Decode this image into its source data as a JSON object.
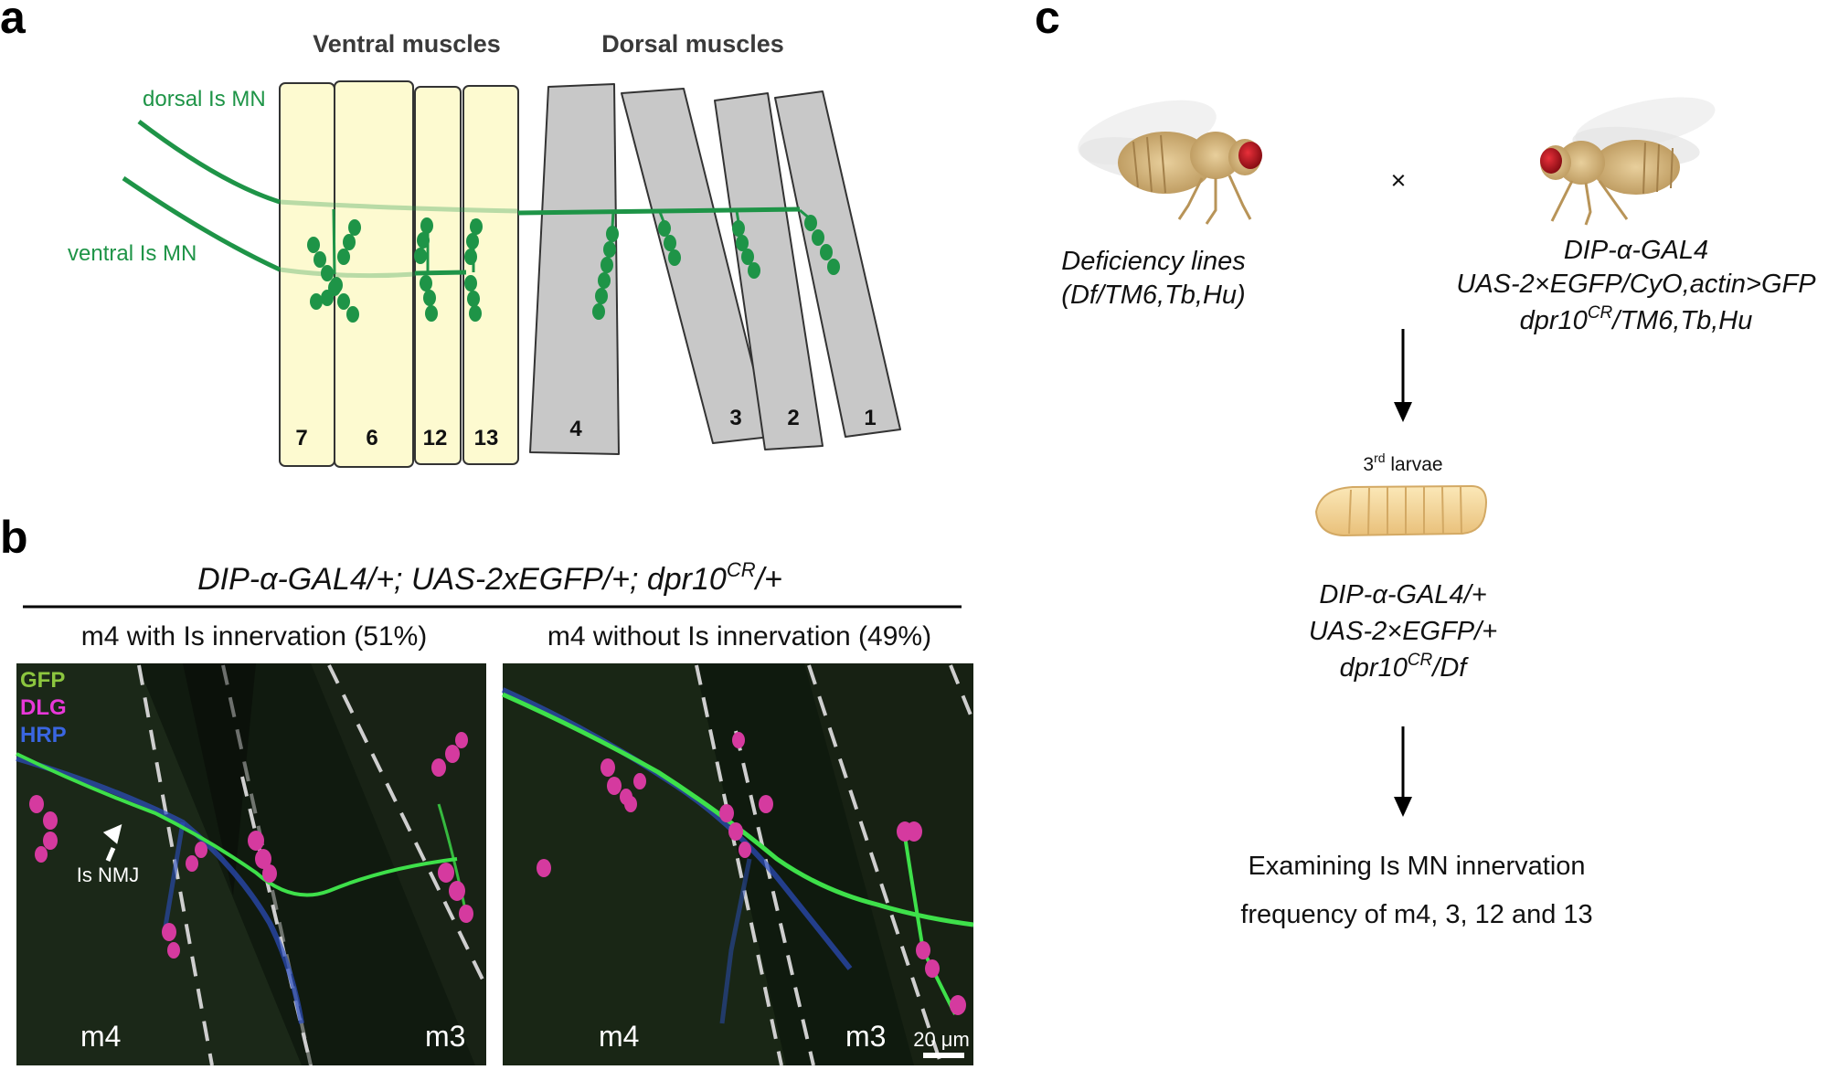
{
  "panel_a": {
    "label": "a",
    "ventral_header": "Ventral muscles",
    "dorsal_header": "Dorsal muscles",
    "dorsal_mn": "dorsal Is MN",
    "ventral_mn": "ventral Is MN",
    "ventral_muscles": [
      "7",
      "6",
      "12",
      "13"
    ],
    "dorsal_muscles": [
      "4",
      "3",
      "2",
      "1"
    ],
    "colors": {
      "ventral_fill": "#fdfad0",
      "dorsal_fill": "#c8c8c8",
      "neuron": "#1e9447"
    }
  },
  "panel_b": {
    "label": "b",
    "genotype": "DIP-α-GAL4/+; UAS-2xEGFP/+; dpr10",
    "genotype_sup": "CR",
    "genotype_end": "/+",
    "left_title": "m4 with Is innervation (51%)",
    "right_title": "m4 without Is innervation (49%)",
    "channels": [
      {
        "name": "GFP",
        "color": "#8cc63f"
      },
      {
        "name": "DLG",
        "color": "#e838d8"
      },
      {
        "name": "HRP",
        "color": "#3a66e0"
      }
    ],
    "arrow_label": "Is NMJ",
    "left_m4": "m4",
    "left_m3": "m3",
    "right_m4": "m4",
    "right_m3": "m3",
    "scale_bar": "20 μm"
  },
  "panel_c": {
    "label": "c",
    "cross_symbol": "×",
    "deficiency_line1": "Deficiency lines",
    "deficiency_line2": "(Df/TM6,Tb,Hu)",
    "dip_line1": "DIP-α-GAL4",
    "dip_line2": "UAS-2×EGFP/CyO,actin>GFP",
    "dip_line3_a": "dpr10",
    "dip_line3_sup": "CR",
    "dip_line3_b": "/TM6,Tb,Hu",
    "larvae_a": "3",
    "larvae_sup": "rd",
    "larvae_b": " larvae",
    "progeny_line1": "DIP-α-GAL4/+",
    "progeny_line2": "UAS-2×EGFP/+",
    "progeny_line3_a": "dpr10",
    "progeny_line3_sup": "CR",
    "progeny_line3_b": "/Df",
    "exam_line1": "Examining Is MN innervation",
    "exam_line2": "frequency of m4, 3, 12 and 13"
  }
}
